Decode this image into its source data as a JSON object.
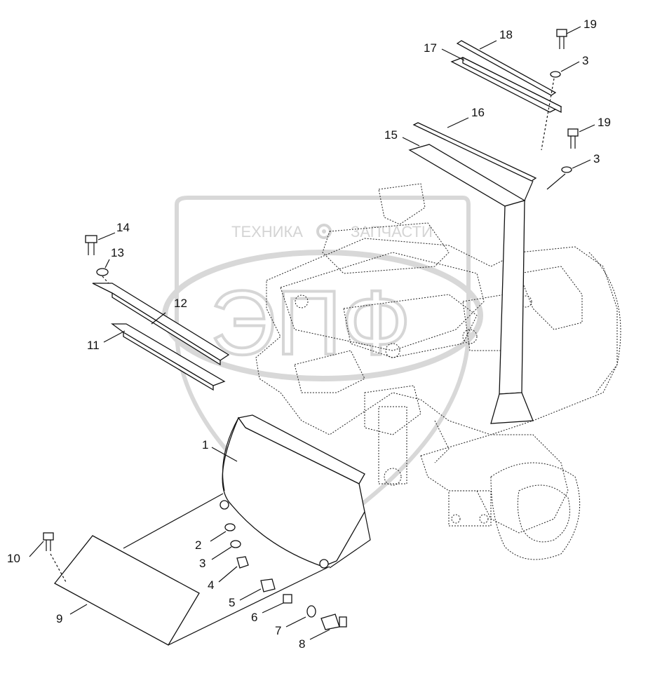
{
  "watermark": {
    "text_left": "ТЕХНИКА",
    "text_right": "ЗАПЧАСТИ",
    "logo": "ЭПФ",
    "logo_icon": "gear-icon",
    "color": "#d4d4d4"
  },
  "callouts": [
    "1",
    "2",
    "3",
    "3",
    "3",
    "4",
    "5",
    "6",
    "7",
    "8",
    "9",
    "10",
    "11",
    "12",
    "13",
    "14",
    "15",
    "16",
    "17",
    "18",
    "19",
    "19"
  ],
  "colors": {
    "line": "#111111",
    "background": "#ffffff"
  }
}
